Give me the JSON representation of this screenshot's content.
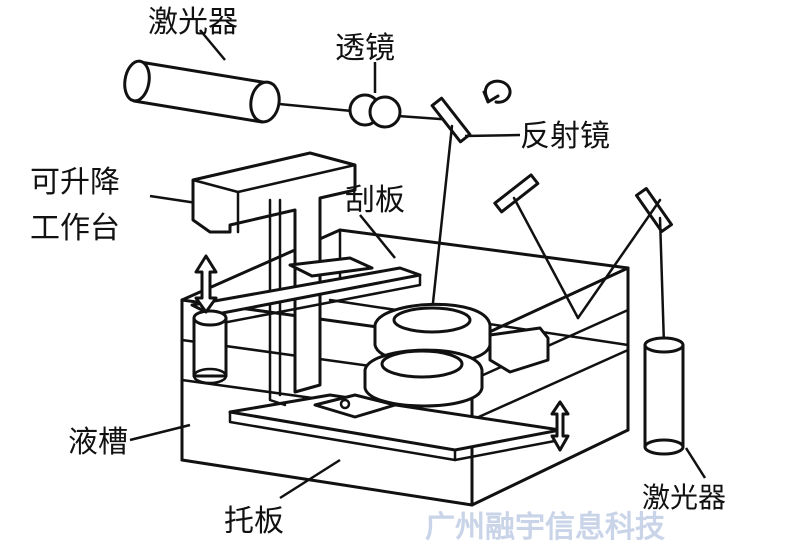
{
  "labels": {
    "laser_top": "激光器",
    "lens": "透镜",
    "mirror": "反射镜",
    "platform_line1": "可升降",
    "platform_line2": "工作台",
    "scraper": "刮板",
    "tank": "液槽",
    "tray": "托板",
    "laser_bottom": "激光器"
  },
  "watermark": "广州融宇信息科技"
}
